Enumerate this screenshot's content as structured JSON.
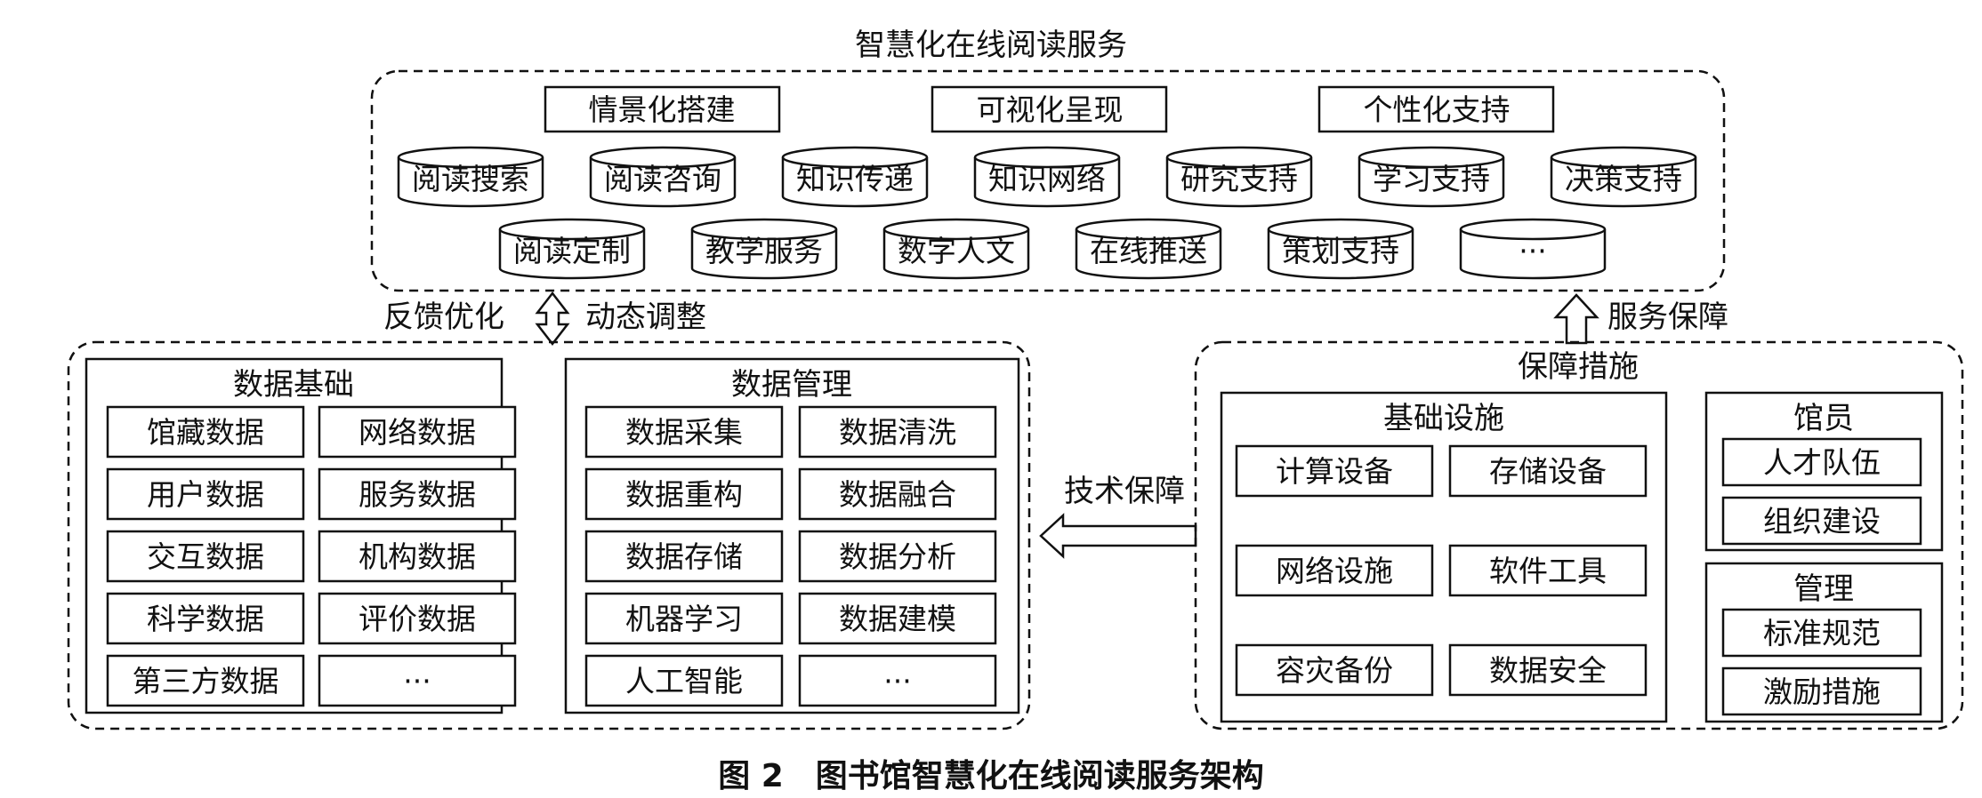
{
  "top": {
    "title": "智慧化在线阅读服务",
    "features": [
      "情景化搭建",
      "可视化呈现",
      "个性化支持"
    ],
    "services_row1": [
      "阅读搜索",
      "阅读咨询",
      "知识传递",
      "知识网络",
      "研究支持",
      "学习支持",
      "决策支持"
    ],
    "services_row2": [
      "阅读定制",
      "教学服务",
      "数字人文",
      "在线推送",
      "策划支持",
      "···"
    ]
  },
  "connectors": {
    "left_label_a": "反馈优化",
    "left_label_b": "动态调整",
    "right_label": "服务保障",
    "tech_label": "技术保障"
  },
  "data_foundation": {
    "title": "数据基础",
    "items": [
      "馆藏数据",
      "网络数据",
      "用户数据",
      "服务数据",
      "交互数据",
      "机构数据",
      "科学数据",
      "评价数据",
      "第三方数据",
      "···"
    ]
  },
  "data_management": {
    "title": "数据管理",
    "items": [
      "数据采集",
      "数据清洗",
      "数据重构",
      "数据融合",
      "数据存储",
      "数据分析",
      "机器学习",
      "数据建模",
      "人工智能",
      "···"
    ]
  },
  "guarantee": {
    "title": "保障措施",
    "infrastructure": {
      "title": "基础设施",
      "items": [
        "计算设备",
        "存储设备",
        "网络设施",
        "软件工具",
        "容灾备份",
        "数据安全"
      ]
    },
    "staff": {
      "title": "馆员",
      "items": [
        "人才队伍",
        "组织建设"
      ]
    },
    "management": {
      "title": "管理",
      "items": [
        "标准规范",
        "激励措施"
      ]
    }
  },
  "caption": "图 2　图书馆智慧化在线阅读服务架构"
}
